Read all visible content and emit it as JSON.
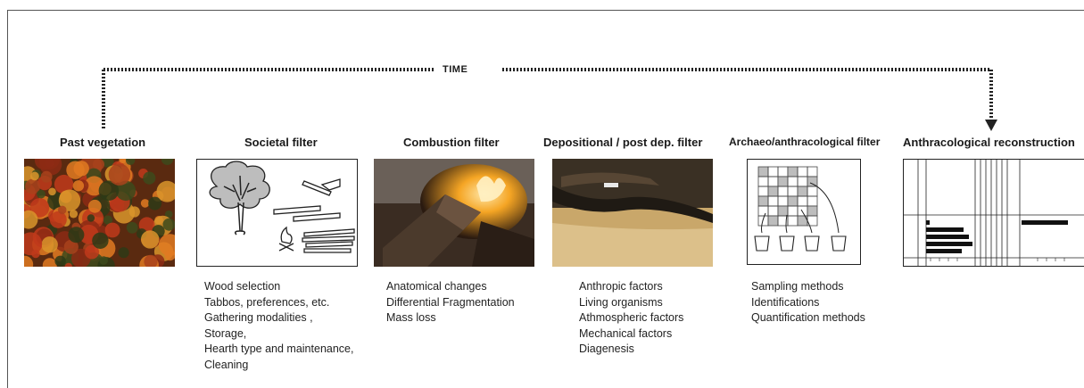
{
  "timeline": {
    "label": "TIME"
  },
  "stages": [
    {
      "title": "Past vegetation",
      "image": "autumn-forest-photo",
      "factors": []
    },
    {
      "title": "Societal filter",
      "image": "tree-and-wood-drawing",
      "factors": [
        "Wood selection",
        "Tabbos, preferences, etc.",
        "Gathering modalities ,",
        "Storage,",
        "Hearth type and maintenance,",
        "Cleaning"
      ]
    },
    {
      "title": "Combustion filter",
      "image": "burning-log-photo",
      "factors": [
        "Anatomical changes",
        "Differential Fragmentation",
        "Mass loss"
      ]
    },
    {
      "title": "Depositional / post dep. filter",
      "image": "excavation-layer-photo",
      "factors": [
        "Anthropic factors",
        "Living organisms",
        "Athmospheric factors",
        "Mechanical factors",
        "Diagenesis"
      ]
    },
    {
      "title": "Archaeo/anthracological filter",
      "image": "sampling-grid-drawing",
      "factors": [
        "Sampling methods",
        "Identifications",
        "Quantification methods"
      ]
    },
    {
      "title": "Anthracological reconstruction",
      "image": "anthracological-diagram",
      "factors": []
    }
  ],
  "colors": {
    "stroke": "#222222",
    "autumn_red": "#c0391b",
    "autumn_orange": "#e07a22",
    "forest_green": "#3d4a1c",
    "fire": "#f5a524"
  }
}
